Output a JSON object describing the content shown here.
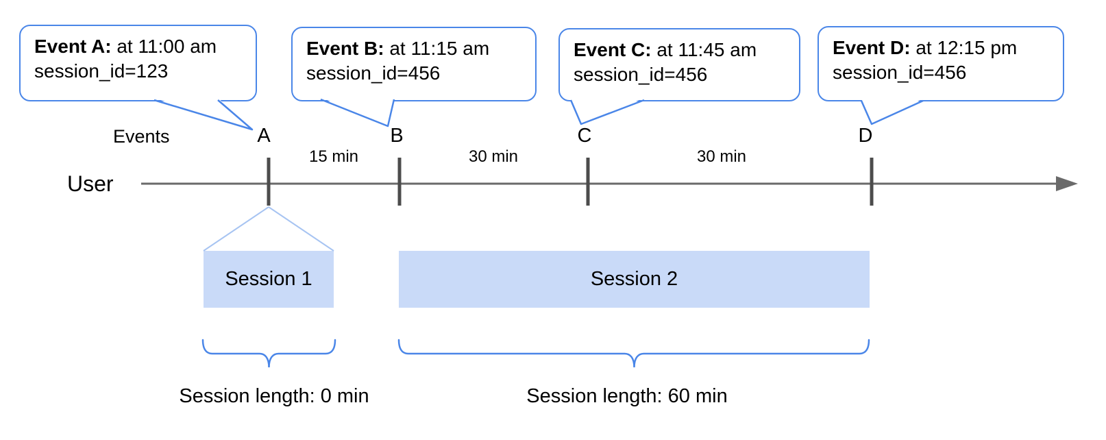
{
  "diagram": {
    "title_semantic": "session-timeline-diagram",
    "axis": {
      "events_label": "Events",
      "user_label": "User"
    },
    "bubbles": [
      {
        "bold": "Event A:",
        "rest": " at 11:00 am",
        "line2": "session_id=123"
      },
      {
        "bold": "Event B:",
        "rest": " at 11:15 am",
        "line2": "session_id=456"
      },
      {
        "bold": "Event C:",
        "rest": " at 11:45 am",
        "line2": "session_id=456"
      },
      {
        "bold": "Event D:",
        "rest": " at 12:15 pm",
        "line2": "session_id=456"
      }
    ],
    "markers": [
      "A",
      "B",
      "C",
      "D"
    ],
    "intervals": [
      "15 min",
      "30 min",
      "30 min"
    ],
    "sessions": [
      {
        "label": "Session 1"
      },
      {
        "label": "Session 2"
      }
    ],
    "session_lengths": [
      "Session length: 0 min",
      "Session length: 60 min"
    ],
    "colors": {
      "bubble_border": "#4a86e8",
      "brace": "#4a86e8",
      "funnel_line": "#a7c4f2",
      "session_fill": "#c9daf8",
      "timeline": "#6a6a6a",
      "tick": "#4c4c4c",
      "text": "#000000"
    }
  }
}
